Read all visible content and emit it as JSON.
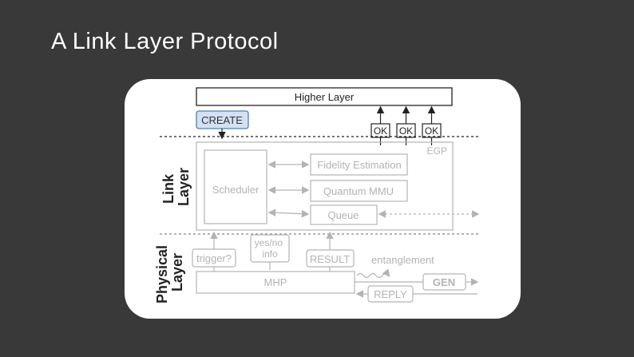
{
  "slide": {
    "title": "A Link Layer Protocol"
  },
  "diagram": {
    "higher_layer": "Higher Layer",
    "create": "CREATE",
    "ok_labels": [
      "OK",
      "OK",
      "OK"
    ],
    "egp": "EGP",
    "link_layer": [
      "Link",
      "Layer"
    ],
    "scheduler": "Scheduler",
    "fidelity_estimation": "Fidelity Estimation",
    "quantum_mmu": "Quantum MMU",
    "queue": "Queue",
    "physical_layer": [
      "Physical",
      "Layer"
    ],
    "trigger": "trigger?",
    "yes_no": [
      "yes/no",
      "info"
    ],
    "result": "RESULT",
    "entanglement": "entanglement",
    "mhp": "MHP",
    "gen": "GEN",
    "reply": "REPLY",
    "colors": {
      "background": "#393939",
      "panel": "#ffffff",
      "create_fill": "#d4e1f2",
      "create_stroke": "#4a7fc0",
      "faded": "#b3b3b3",
      "dark": "#222222"
    }
  }
}
